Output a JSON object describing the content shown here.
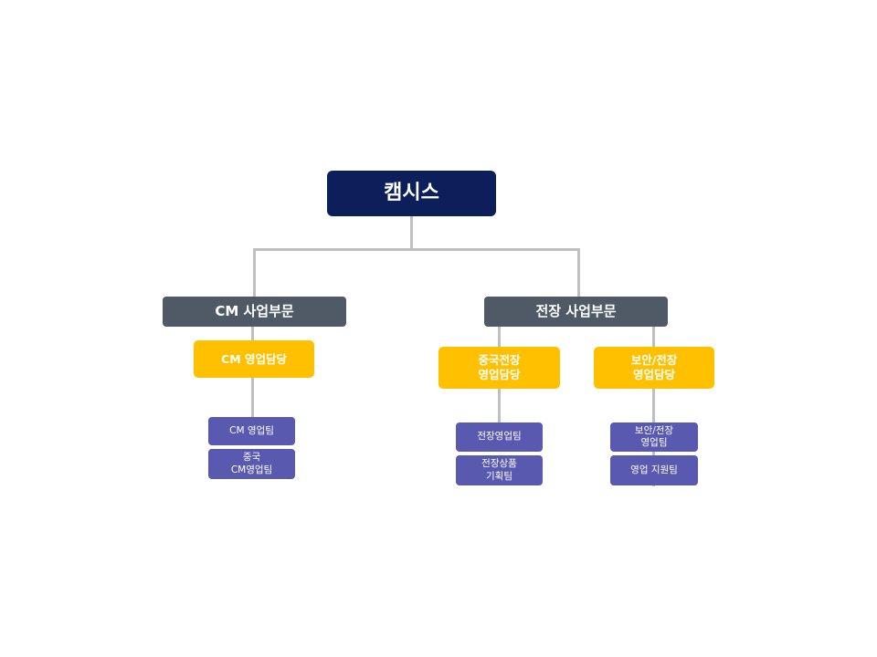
{
  "colors": {
    "root": "#0c1f5a",
    "division": "#4f5a66",
    "department": "#ffc000",
    "team": "#5a59b0",
    "connector": "#bfbfbf"
  },
  "org": {
    "root": "캠시스",
    "divisions": [
      {
        "label": "CM 사업부문",
        "departments": [
          {
            "label": "CM 영업담당",
            "teams": [
              "CM 영업팀",
              "중국\nCM영업팀"
            ]
          }
        ]
      },
      {
        "label": "전장 사업부문",
        "departments": [
          {
            "label": "중국전장\n영업담당",
            "teams": [
              "전장영업팀",
              "전장상품\n기획팀"
            ]
          },
          {
            "label": "보안/전장\n영업담당",
            "teams": [
              "보안/전장\n영업팀",
              "영업 지원팀"
            ]
          }
        ]
      }
    ]
  }
}
